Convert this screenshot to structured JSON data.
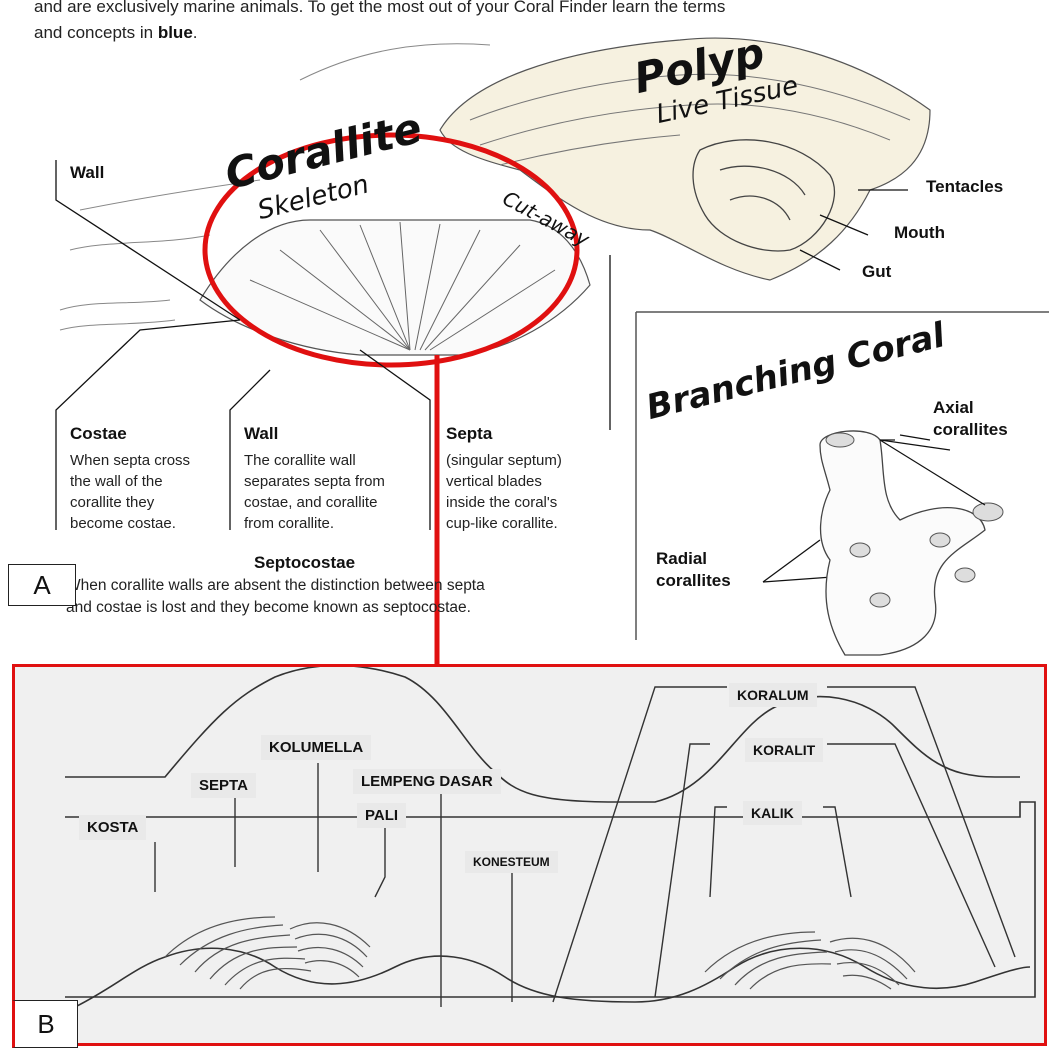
{
  "panel_a": {
    "intro_line1": "and are exclusively marine animals. To get the most out of your Coral Finder learn the terms",
    "intro_line2_prefix": "and concepts in",
    "intro_line2_bold": "blue",
    "corallite": {
      "title": "Corallite",
      "subtitle": "Skeleton"
    },
    "polyp": {
      "title": "Polyp",
      "subtitle": "Live Tissue"
    },
    "cutaway": "Cut-away",
    "wall_top": "Wall",
    "tentacles": "Tentacles",
    "mouth": "Mouth",
    "gut": "Gut",
    "costae": {
      "title": "Costae",
      "desc": [
        "When septa cross",
        "the wall of the",
        "corallite they",
        "become costae."
      ]
    },
    "wall": {
      "title": "Wall",
      "desc": [
        "The corallite wall",
        "separates septa from",
        "costae, and corallite",
        "from corallite."
      ]
    },
    "septa": {
      "title": "Septa",
      "desc": [
        "(singular septum)",
        "vertical blades",
        "inside the coral's",
        "cup-like corallite."
      ]
    },
    "septocostae": {
      "title": "Septocostae",
      "line1": "When corallite walls are absent the distinction between septa",
      "line2": "and costae is lost and they become known as septocostae."
    },
    "branching": {
      "title": "Branching Coral",
      "axial": [
        "Axial",
        "corallites"
      ],
      "radial": [
        "Radial",
        "corallites"
      ]
    },
    "label": "A"
  },
  "panel_b": {
    "label": "B",
    "tags": {
      "koralum": "KORALUM",
      "kolumella": "KOLUMELLA",
      "koralit": "KORALIT",
      "septa": "SEPTA",
      "lempeng_dasar": "LEMPENG DASAR",
      "pali": "PALI",
      "kalik": "KALIK",
      "kosta": "KOSTA",
      "konesteum": "KONESTEUM"
    }
  },
  "colors": {
    "highlight": "#e01010",
    "panel_b_bg": "#f0f0f0",
    "tag_bg": "#e9e9e9"
  }
}
